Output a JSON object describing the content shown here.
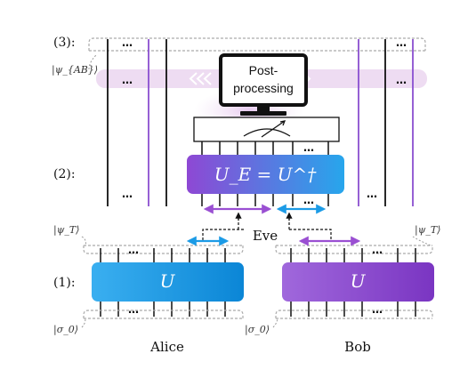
{
  "steps": {
    "step3": "(3):",
    "step2": "(2):",
    "step1": "(1):"
  },
  "states": {
    "psi_ab": "|ψ_{AB}⟩",
    "psi_t_left": "|ψ_T⟩",
    "psi_t_right": "|ψ_T⟩",
    "sigma0_left": "|σ_0⟩",
    "sigma0_right": "|σ_0⟩"
  },
  "monitor": {
    "line1": "Post-",
    "line2": "processing"
  },
  "gates": {
    "eve_gate": "U_E = U^†",
    "alice_gate": "U",
    "bob_gate": "U"
  },
  "parties": {
    "alice": "Alice",
    "bob": "Bob",
    "eve": "Eve"
  },
  "ellipsis": "…",
  "colors": {
    "purple": "#8a4fd0",
    "blue": "#1f9be0",
    "light_band": "#eedcf2",
    "arrow_blue": "#1c9be6",
    "arrow_purple": "#9a4fd2"
  }
}
